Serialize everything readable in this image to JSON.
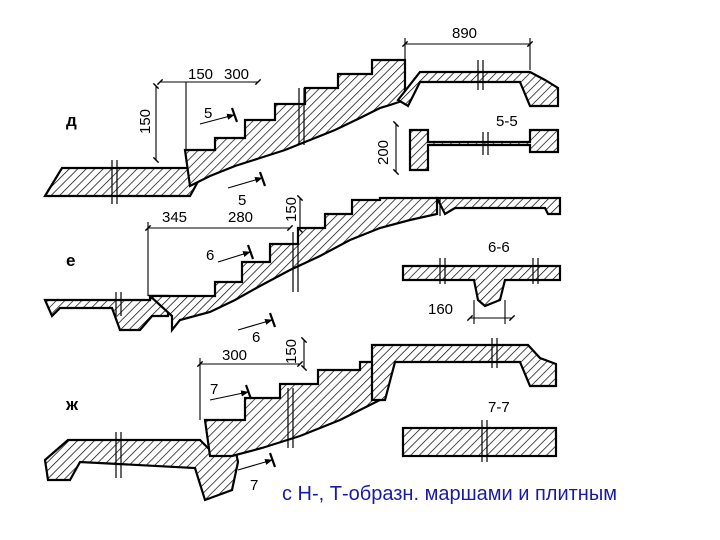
{
  "caption": "с Н-, Т-образн. маршами и плитным",
  "variants": [
    {
      "letter": "д"
    },
    {
      "letter": "е"
    },
    {
      "letter": "ж"
    }
  ],
  "sections": [
    {
      "label": "5-5"
    },
    {
      "label": "6-6"
    },
    {
      "label": "7-7"
    }
  ],
  "cut_marks": [
    "5",
    "5",
    "6",
    "6",
    "7",
    "7"
  ],
  "dimensions": {
    "d_width": "890",
    "d_tread_a": "150",
    "d_tread_b": "300",
    "d_riser": "150",
    "d_section_height": "200",
    "e_landing": "345",
    "e_tread": "280",
    "e_riser": "150",
    "e_rib_width": "160",
    "zh_tread": "300",
    "zh_riser": "150"
  }
}
